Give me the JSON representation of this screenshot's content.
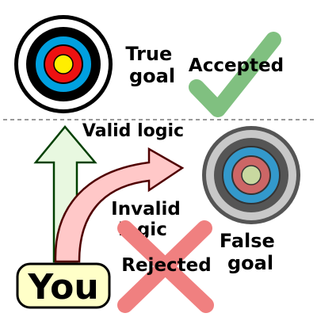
{
  "top_section": {
    "true_goal_label": [
      "True",
      "goal"
    ],
    "accepted_label": "Accepted"
  },
  "left_path": {
    "valid_logic_label": "Valid logic"
  },
  "curved_path": {
    "invalid_logic_label": [
      "Invalid",
      "logic"
    ]
  },
  "bottom_section": {
    "you_label": "You",
    "rejected_label": "Rejected",
    "false_goal_label": [
      "False",
      "goal"
    ]
  },
  "colors": {
    "true_target_rings": [
      "#000000",
      "#ffffff",
      "#000000",
      "#00a0e0",
      "#ee1111",
      "#ffee00"
    ],
    "false_target_rings": [
      "#555555",
      "#c8c8c8",
      "#555555",
      "#3399cc",
      "#cc6666",
      "#c8d8a0"
    ],
    "check": "#80c080",
    "cross": "#f08080",
    "valid_arrow_fill": "#e8f8e0",
    "valid_arrow_stroke": "#004000",
    "invalid_arrow_fill": "#ffc8c8",
    "invalid_arrow_stroke": "#500000",
    "you_box_fill": "#ffffc8",
    "divider": "#999999"
  }
}
